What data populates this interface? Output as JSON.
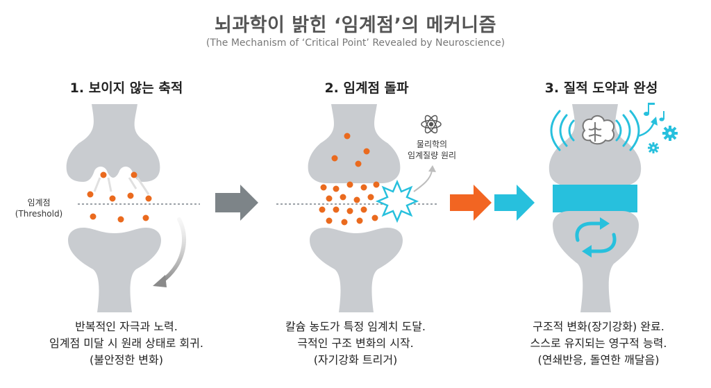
{
  "title": "뇌과학이 밝힌 ‘임계점’의 메커니즘",
  "subtitle": "(The Mechanism of ‘Critical Point’ Revealed by Neuroscience)",
  "stages": [
    {
      "heading": "1. 보이지 않는 축적",
      "caption": [
        "반복적인 자극과 노력.",
        "임계점 미달 시 원래 상태로 회귀.",
        "(불안정한 변화)"
      ]
    },
    {
      "heading": "2. 임계점 돌파",
      "caption": [
        "칼슘 농도가 특정 임계치 도달.",
        "극적인 구조 변화의 시작.",
        "(자기강화 트리거)"
      ]
    },
    {
      "heading": "3. 질적 도약과 완성",
      "caption": [
        "구조적 변화(장기강화) 완료.",
        "스스로 유지되는 영구적 능력.",
        "(연쇄반응, 돌연한 깨달음)"
      ]
    }
  ],
  "threshold_label": [
    "임계점",
    "(Threshold)"
  ],
  "physics_label": [
    "물리학의",
    "임계질량 원리"
  ],
  "icons": [
    "atom-icon",
    "brain-icon",
    "music-note-icon",
    "gear-icon",
    "cycle-arrows-icon",
    "arrow-right-icon",
    "burst-icon"
  ],
  "colors": {
    "synapse": "#c9ccd0",
    "dots": "#ea6a1e",
    "arrow_gray": "#7d8488",
    "arrow_orange": "#f26522",
    "cyan": "#27c0dd",
    "text": "#222222",
    "title": "#555555"
  }
}
